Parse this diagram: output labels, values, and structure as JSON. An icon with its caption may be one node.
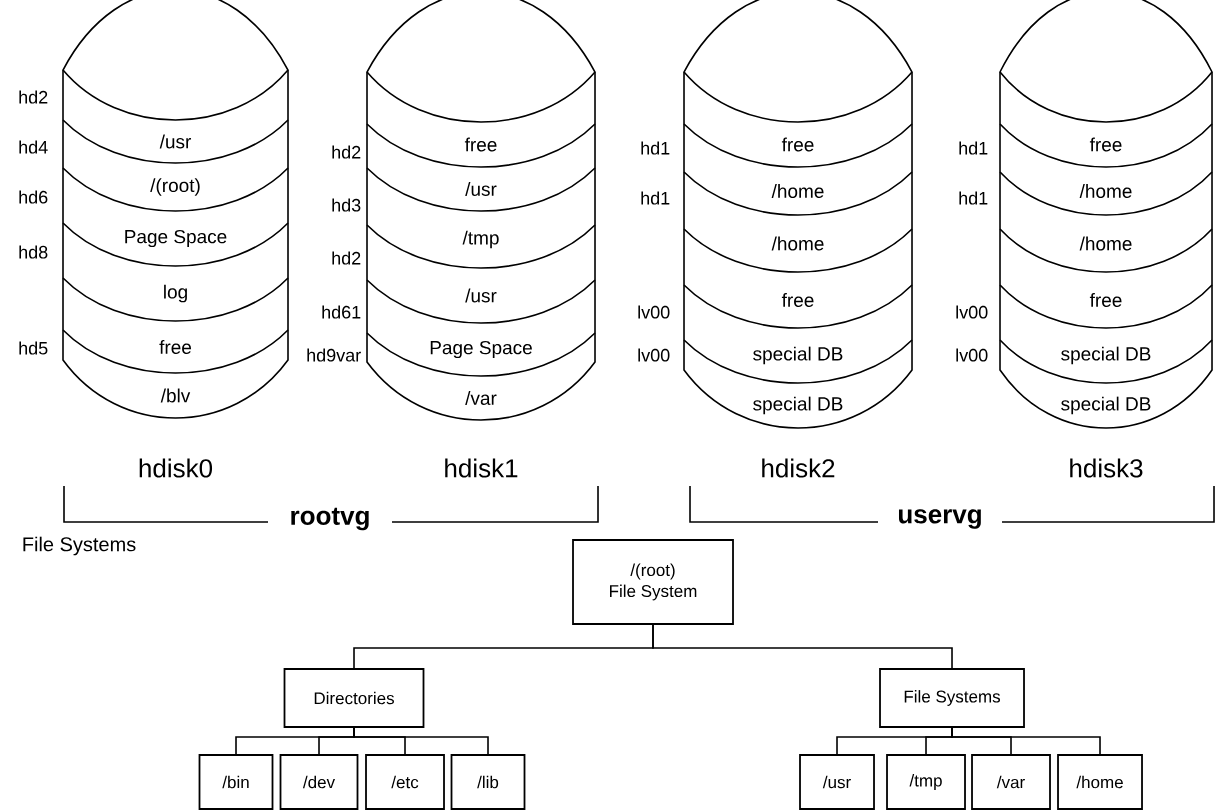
{
  "diagram": {
    "nodes": [
      {
        "text": [
          "/usr",
          "/(root)",
          "Page Space",
          "log",
          "free",
          "/blv"
        ],
        "beside": [
          "hdisk0"
        ]
      },
      {
        "text": [
          "free",
          "/usr",
          "/tmp",
          "/usr",
          "Page Space",
          "/var"
        ],
        "beside": [
          "hdisk1"
        ]
      },
      {
        "text": [
          "free",
          "/home",
          "/home",
          "free",
          "special DB",
          "special DB"
        ],
        "beside": [
          "hdisk2"
        ]
      },
      {
        "text": [
          "free",
          "/home",
          "/home",
          "free",
          "special DB",
          "special DB"
        ],
        "beside": [
          "hdisk3"
        ]
      },
      {
        "text": [
          "/(root)",
          "File System"
        ]
      },
      {
        "text": [
          "Directories"
        ]
      },
      {
        "text": [
          "File Systems"
        ]
      },
      {
        "text": [
          "/bin"
        ]
      },
      {
        "text": [
          "/dev"
        ]
      },
      {
        "text": [
          "/etc"
        ]
      },
      {
        "text": [
          "/lib"
        ]
      },
      {
        "text": [
          "/usr"
        ]
      },
      {
        "text": [
          "/tmp"
        ]
      },
      {
        "text": [
          "/var"
        ]
      },
      {
        "text": [
          "/home"
        ]
      }
    ],
    "edges": [
      {
        "from": 4,
        "to": 5,
        "arrow": "none"
      },
      {
        "from": 4,
        "to": 6,
        "arrow": "none"
      },
      {
        "from": 5,
        "to": 7,
        "arrow": "none"
      },
      {
        "from": 5,
        "to": 8,
        "arrow": "none"
      },
      {
        "from": 5,
        "to": 9,
        "arrow": "none"
      },
      {
        "from": 5,
        "to": 10,
        "arrow": "none"
      },
      {
        "from": 6,
        "to": 11,
        "arrow": "none"
      },
      {
        "from": 6,
        "to": 12,
        "arrow": "none"
      },
      {
        "from": 6,
        "to": 13,
        "arrow": "none"
      },
      {
        "from": 6,
        "to": 14,
        "arrow": "none"
      }
    ],
    "labels": [
      "hd2",
      "hd4",
      "hd6",
      "hd8",
      "hd5",
      "hd2",
      "hd3",
      "hd2",
      "hd61",
      "hd9var",
      "hd1",
      "hd1",
      "lv00",
      "lv00",
      "hd1",
      "hd1",
      "lv00",
      "lv00",
      "rootvg",
      "uservg",
      "File Systems"
    ]
  }
}
